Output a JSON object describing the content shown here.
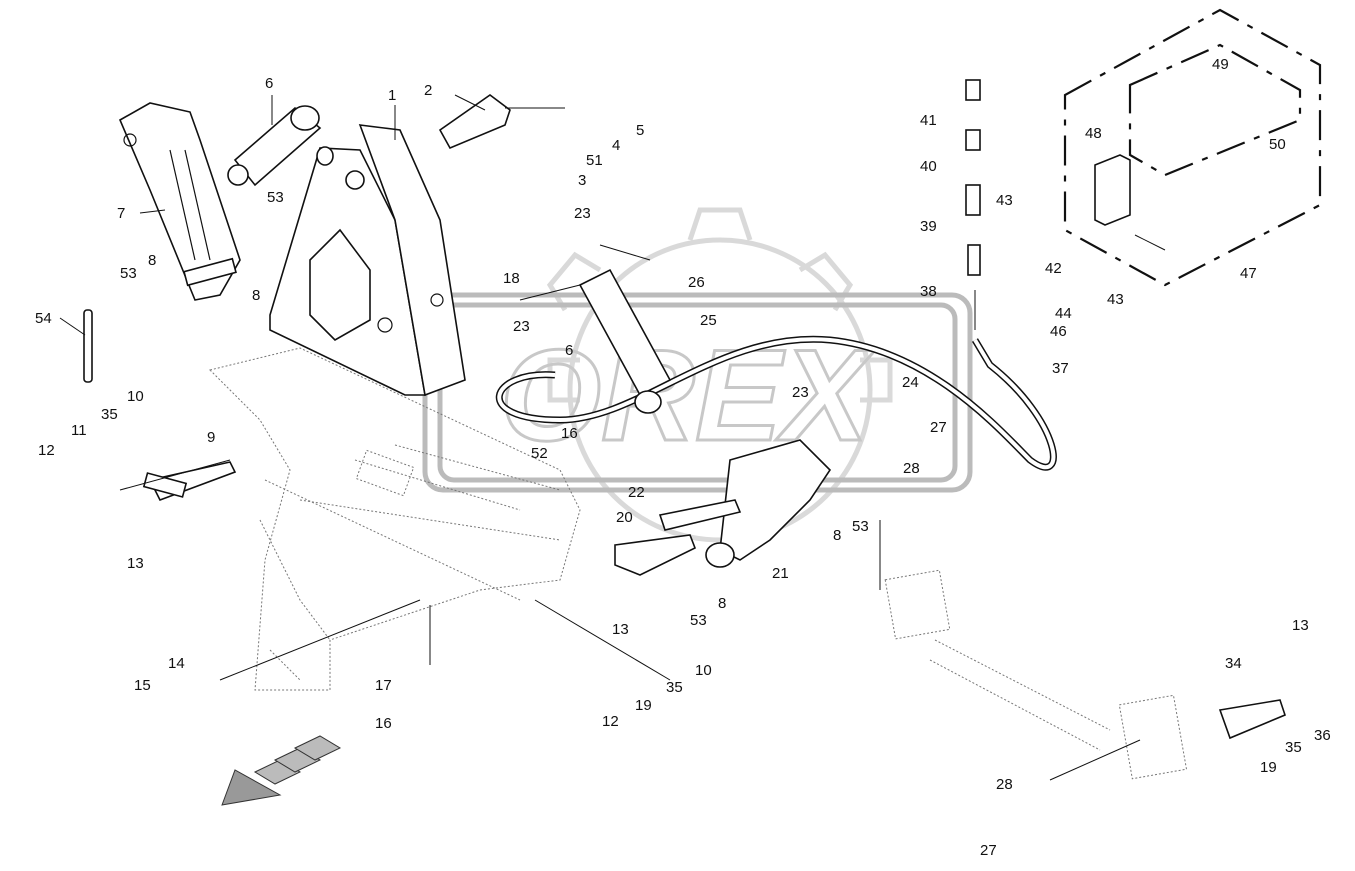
{
  "labels": [
    "1",
    "2",
    "3",
    "4",
    "5",
    "6",
    "6",
    "7",
    "8",
    "8",
    "8",
    "8",
    "9",
    "10",
    "10",
    "11",
    "12",
    "12",
    "13",
    "13",
    "13",
    "14",
    "15",
    "16",
    "16",
    "17",
    "18",
    "19",
    "19",
    "20",
    "21",
    "22",
    "23",
    "23",
    "23",
    "24",
    "25",
    "26",
    "27",
    "27",
    "28",
    "28",
    "34",
    "35",
    "35",
    "35",
    "36",
    "37",
    "38",
    "39",
    "40",
    "41",
    "42",
    "43",
    "43",
    "44",
    "46",
    "47",
    "48",
    "49",
    "50",
    "51",
    "52",
    "53",
    "53",
    "53",
    "53",
    "54"
  ],
  "watermark": "OREX"
}
